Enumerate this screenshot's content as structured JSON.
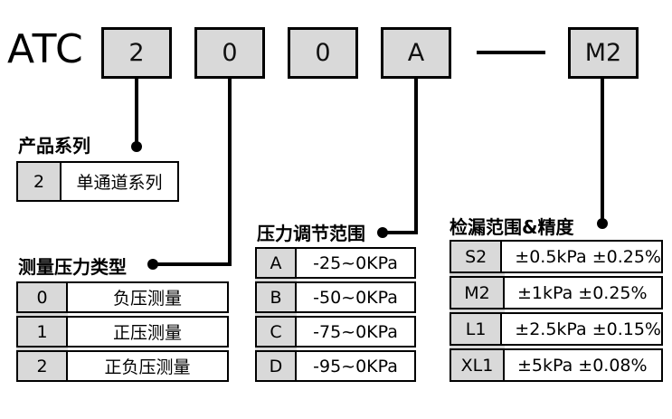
{
  "product": {
    "prefix": "ATC",
    "code_boxes": [
      "2",
      "0",
      "0",
      "A"
    ],
    "separator": "—",
    "suffix_box": "M2"
  },
  "sections": {
    "series": {
      "title": "产品系列",
      "rows": [
        {
          "key": "2",
          "value": "单通道系列"
        }
      ]
    },
    "pressure_type": {
      "title": "测量压力类型",
      "rows": [
        {
          "key": "0",
          "value": "负压测量"
        },
        {
          "key": "1",
          "value": "正压测量"
        },
        {
          "key": "2",
          "value": "正负压测量"
        }
      ]
    },
    "adjust_range": {
      "title": "压力调节范围",
      "rows": [
        {
          "key": "A",
          "value": "-25~0KPa"
        },
        {
          "key": "B",
          "value": "-50~0KPa"
        },
        {
          "key": "C",
          "value": "-75~0KPa"
        },
        {
          "key": "D",
          "value": "-95~0KPa"
        }
      ]
    },
    "leak_range": {
      "title": "检漏范围&精度",
      "rows": [
        {
          "key": "S2",
          "value": "±0.5kPa ±0.25%"
        },
        {
          "key": "M2",
          "value": "±1kPa ±0.25%"
        },
        {
          "key": "L1",
          "value": "±2.5kPa ±0.15%"
        },
        {
          "key": "XL1",
          "value": "±5kPa ±0.08%"
        }
      ]
    }
  },
  "colors": {
    "box_fill": "#d9d9d9",
    "line": "#000000",
    "background": "#ffffff"
  }
}
